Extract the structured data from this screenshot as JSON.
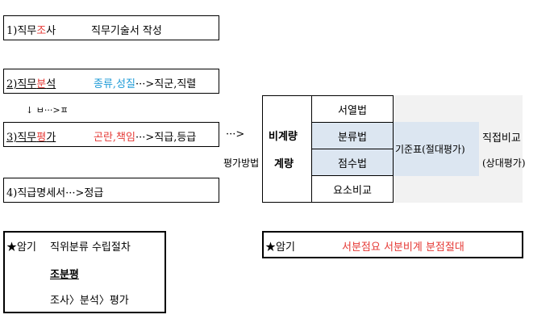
{
  "steps": {
    "s1": {
      "a": "1)직무",
      "b": "조",
      "c": "사",
      "desc": "직무기술서 작성"
    },
    "s2": {
      "a": "2)직무",
      "b": "분",
      "c": "석",
      "types": "종류,성질",
      "result": "···>직군,직렬"
    },
    "arrow_note": "↓ ㅂ···>ㅍ",
    "s3": {
      "a": "3)직무",
      "b": "평",
      "c": "가",
      "types": "곤란,책임",
      "result": "···>직급,등급"
    },
    "s4": {
      "text": "4)직급명세서···>정급"
    }
  },
  "eval": {
    "arrow": "···>",
    "method_label": "평가방법",
    "nonquant": "비계량",
    "quant": "계량",
    "methods": [
      "서열법",
      "분류법",
      "점수법",
      "요소비교"
    ],
    "criteria": "기준표(절대평가)",
    "direct": "직접비교",
    "relative": "(상대평가)"
  },
  "memo_left": {
    "star": "★암기",
    "title": "직위분류 수립절차",
    "mnemonic": "조분평",
    "sequence": "조사〉분석〉평가"
  },
  "memo_right": {
    "star": "★암기",
    "text": "서분점요 서분비계 분점절대"
  },
  "colors": {
    "red": "#e53935",
    "blue": "#1e9bd7",
    "shade": "#dce6f1",
    "light_gray": "#f2f2f2"
  }
}
